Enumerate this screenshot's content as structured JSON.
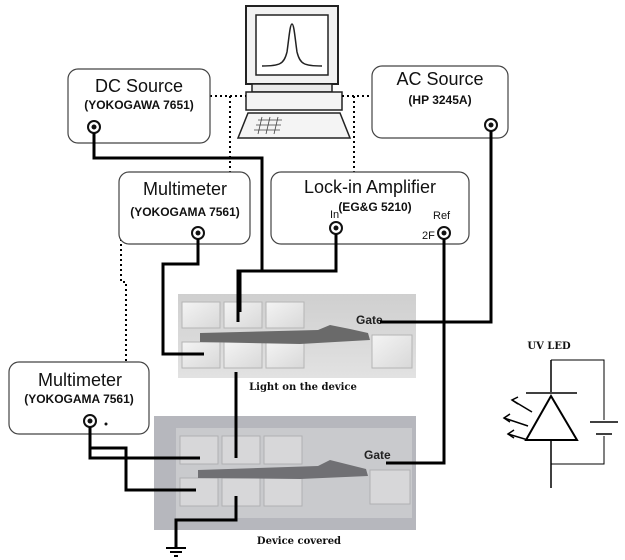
{
  "dc_source": {
    "title": "DC Source",
    "model": "(YOKOGAWA 7651)"
  },
  "ac_source": {
    "title": "AC Source",
    "model": "(HP 3245A)"
  },
  "multimeter_top": {
    "title": "Multimeter",
    "model": "(YOKOGAMA 7561)"
  },
  "multimeter_left": {
    "title": "Multimeter",
    "model": "(YOKOGAMA 7561)"
  },
  "lockin": {
    "title": "Lock-in Amplifier",
    "model": "(EG&G 5210)",
    "port_in": "In",
    "port_ref": "Ref",
    "port_2f": "2F"
  },
  "device_top": {
    "gate": "Gate",
    "caption": "Light on the device"
  },
  "device_bottom": {
    "gate": "Gate",
    "caption": "Device covered"
  },
  "led": {
    "label": "UV LED"
  }
}
